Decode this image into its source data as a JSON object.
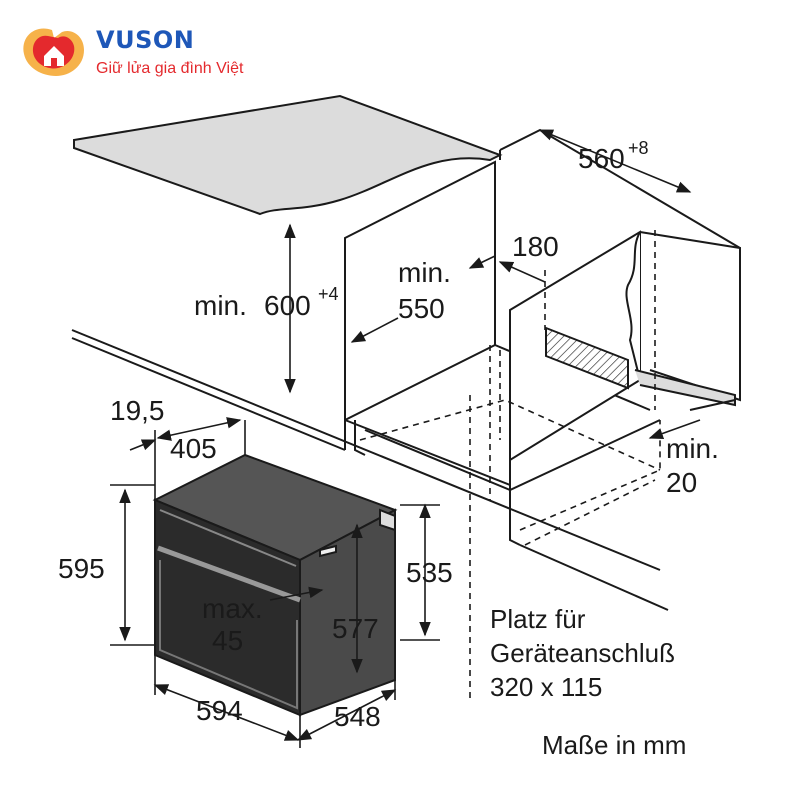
{
  "brand": {
    "name": "VUSON",
    "tagline": "Giữ lửa gia đình Việt",
    "primary_color": "#1e57b8",
    "accent_color": "#e4292d",
    "logo_icon": "house-heart-icon"
  },
  "dimensions": {
    "niche_width": "560",
    "niche_width_tol": "+8",
    "height_min_prefix": "min.",
    "height_min_value": "600",
    "height_tol": "+4",
    "depth_min_prefix": "min.",
    "depth_min_value": "550",
    "vent_depth": "180",
    "gap_min_prefix": "min.",
    "gap_min_value": "20",
    "front_panel_offset": "19,5",
    "handle_depth": "405",
    "oven_height": "595",
    "body_height": "535",
    "body_inner_height": "577",
    "overhang_prefix": "max.",
    "overhang_value": "45",
    "oven_width": "594",
    "oven_depth": "548"
  },
  "notes": {
    "connection_line1": "Platz für",
    "connection_line2": "Geräteanschluß",
    "connection_line3": "320 x 115",
    "units": "Maße in mm"
  }
}
